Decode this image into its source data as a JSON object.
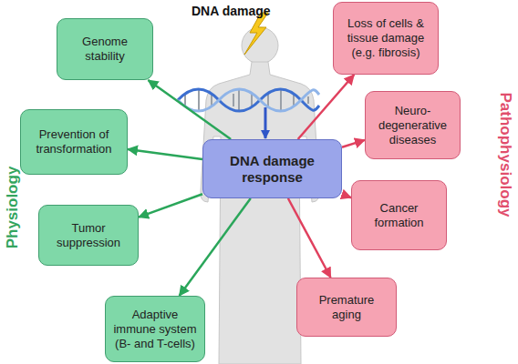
{
  "diagram": {
    "nodes": [
      {
        "text": [
          "Genome stability"
        ]
      },
      {
        "text": [
          "Loss of cells & tissue damage (e.g. fibrosis)"
        ]
      },
      {
        "text": [
          "Prevention of transformation"
        ]
      },
      {
        "text": [
          "Neuro- degenerative diseases"
        ]
      },
      {
        "text": [
          "DNA damage response"
        ]
      },
      {
        "text": [
          "Tumor suppression"
        ]
      },
      {
        "text": [
          "Cancer formation"
        ]
      },
      {
        "text": [
          "Premature aging"
        ]
      },
      {
        "text": [
          "Adaptive immune system (B- and T-cells)"
        ]
      }
    ],
    "edges": [
      {
        "from": 4,
        "to": 0,
        "arrow": "to"
      },
      {
        "from": 4,
        "to": 2,
        "arrow": "to"
      },
      {
        "from": 4,
        "to": 5,
        "arrow": "to"
      },
      {
        "from": 4,
        "to": 8,
        "arrow": "to"
      },
      {
        "from": 4,
        "to": 1,
        "arrow": "to"
      },
      {
        "from": 4,
        "to": 3,
        "arrow": "to"
      },
      {
        "from": 4,
        "to": 6,
        "arrow": "to"
      },
      {
        "from": 4,
        "to": 7,
        "arrow": "to"
      }
    ],
    "labels": [
      "DNA damage",
      "Physiology",
      "Pathophysiology"
    ]
  }
}
